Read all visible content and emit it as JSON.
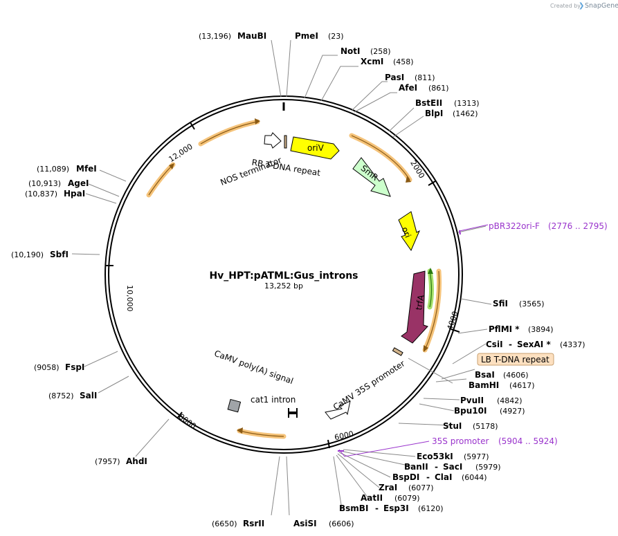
{
  "attribution": {
    "created_by": "Created by",
    "brand": "SnapGene"
  },
  "plasmid": {
    "name": "Hv_HPT:pATML:Gus_introns",
    "size": "13,252 bp"
  },
  "ruler": [
    "2000",
    "4000",
    "6000",
    "8000",
    "10,000",
    "12,000"
  ],
  "sites_right": [
    {
      "name": "PmeI",
      "pos": "(23)"
    },
    {
      "name": "NotI",
      "pos": "(258)"
    },
    {
      "name": "XcmI",
      "pos": "(458)"
    },
    {
      "name": "PasI",
      "pos": "(811)"
    },
    {
      "name": "AfeI",
      "pos": "(861)"
    },
    {
      "name": "BstEII",
      "pos": "(1313)"
    },
    {
      "name": "BlpI",
      "pos": "(1462)"
    },
    {
      "name": "SfiI",
      "pos": "(3565)"
    },
    {
      "name": "PflMI *",
      "pos": "(3894)"
    },
    {
      "name": "CsiI",
      "name2": "SexAI *",
      "pos": "(4337)"
    },
    {
      "name": "BsaI",
      "pos": "(4606)"
    },
    {
      "name": "BamHI",
      "pos": "(4617)"
    },
    {
      "name": "PvuII",
      "pos": "(4842)"
    },
    {
      "name": "Bpu10I",
      "pos": "(4927)"
    },
    {
      "name": "StuI",
      "pos": "(5178)"
    },
    {
      "name": "Eco53kI",
      "pos": "(5977)"
    },
    {
      "name": "BanII",
      "name2": "SacI",
      "pos": "(5979)"
    },
    {
      "name": "BspDI",
      "name2": "ClaI",
      "pos": "(6044)"
    },
    {
      "name": "ZraI",
      "pos": "(6077)"
    },
    {
      "name": "AatII",
      "pos": "(6079)"
    },
    {
      "name": "BsmBI",
      "name2": "Esp3I",
      "pos": "(6120)"
    },
    {
      "name": "AsiSI",
      "pos": "(6606)"
    }
  ],
  "sites_left": [
    {
      "name": "MauBI",
      "pos": "(13,196)"
    },
    {
      "name": "MfeI",
      "pos": "(11,089)"
    },
    {
      "name": "AgeI",
      "pos": "(10,913)"
    },
    {
      "name": "HpaI",
      "pos": "(10,837)"
    },
    {
      "name": "SbfI",
      "pos": "(10,190)"
    },
    {
      "name": "FspI",
      "pos": "(9058)"
    },
    {
      "name": "SalI",
      "pos": "(8752)"
    },
    {
      "name": "AhdI",
      "pos": "(7957)"
    },
    {
      "name": "RsrII",
      "pos": "(6650)"
    }
  ],
  "features": {
    "oriV": "oriV",
    "SmR": "SmR",
    "ori": "ori",
    "trfA": "trfA",
    "nos": "NOS terminator",
    "rb": "RB T-DNA repeat",
    "p35s": "CaMV 35S promoter",
    "polya": "CaMV poly(A) signal",
    "cat1": "cat1 intron",
    "lb": "LB T-DNA repeat"
  },
  "primers": [
    {
      "name": "pBR322ori-F",
      "range": "(2776 .. 2795)"
    },
    {
      "name": "35S promoter",
      "range": "(5904 .. 5924)"
    }
  ],
  "colors": {
    "oriV": "#ffff00",
    "SmR": "#ccffcc",
    "ori": "#ffff00",
    "trfA": "#993366",
    "orf": "#f5c37a",
    "orf_line": "#8a5a14",
    "primer": "#9933cc",
    "lb": "#fde0c0"
  }
}
